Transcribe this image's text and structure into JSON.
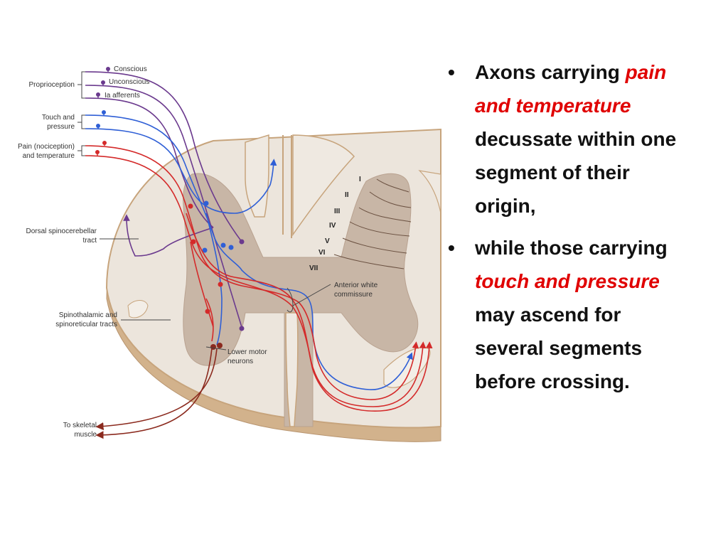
{
  "diagram": {
    "labels": {
      "proprioception": "Proprioception",
      "conscious": "Conscious",
      "unconscious": "Unconscious",
      "ia_afferents": "Ia afferents",
      "touch_line1": "Touch and",
      "touch_line2": "pressure",
      "pain_line1": "Pain (nociception)",
      "pain_line2": "and temperature",
      "dorsal_line1": "Dorsal spinocerebellar",
      "dorsal_line2": "tract",
      "spino_line1": "Spinothalamic and",
      "spino_line2": "spinoreticular tracts",
      "skeletal_line1": "To skeletal",
      "skeletal_line2": "muscle",
      "awc_line1": "Anterior white",
      "awc_line2": "commissure",
      "lmn_line1": "Lower motor",
      "lmn_line2": "neurons"
    },
    "laminae": [
      "I",
      "II",
      "III",
      "IV",
      "V",
      "VI",
      "VII"
    ],
    "colors": {
      "white_matter": "#ece5dc",
      "gray_matter": "#c8b6a6",
      "edge": "#c7a47c",
      "proprioception": "#6b3a8e",
      "touch": "#2f5fd6",
      "pain": "#d42a2a",
      "motor": "#8b2a1e"
    }
  },
  "bullets": [
    {
      "bullet": "•",
      "text_a": "Axons carrying ",
      "highlight": "pain and temperature",
      "text_b": " decussate within one segment of their origin,"
    },
    {
      "bullet": "•",
      "text_a": "while those carrying ",
      "highlight": "touch and pressure",
      "text_b": " may ascend for several segments before crossing."
    }
  ]
}
